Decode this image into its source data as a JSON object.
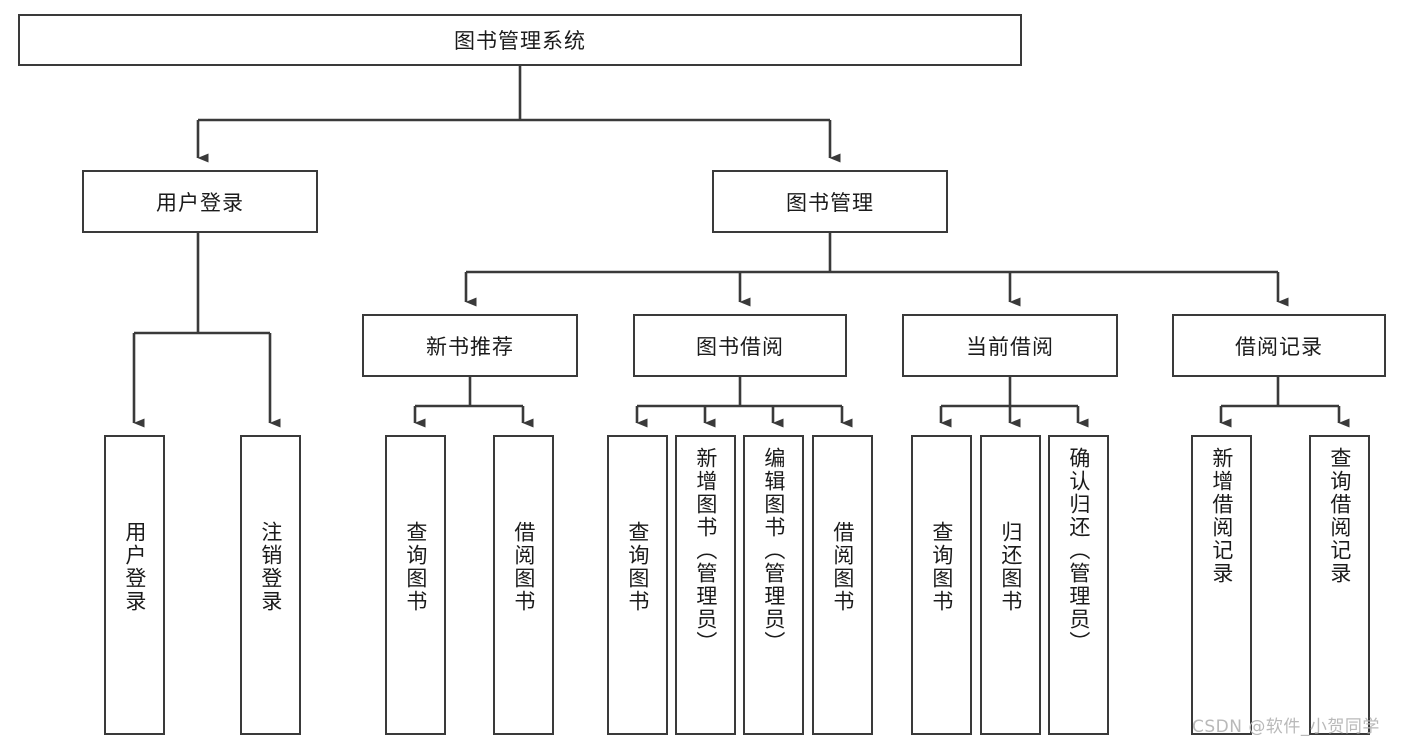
{
  "diagram": {
    "type": "tree-hierarchy-chart",
    "title": "图书管理系统",
    "watermark": "CSDN @软件_小贺同学",
    "colors": {
      "stroke": "#3a3a3a",
      "fill": "#ffffff",
      "text": "#1b1b1b",
      "watermark": "#b9b9b9"
    },
    "root": {
      "label": "图书管理系统"
    },
    "level1": [
      {
        "label": "用户登录"
      },
      {
        "label": "图书管理"
      }
    ],
    "level2": [
      {
        "label": "新书推荐"
      },
      {
        "label": "图书借阅"
      },
      {
        "label": "当前借阅"
      },
      {
        "label": "借阅记录"
      }
    ],
    "leaves": {
      "user_login": [
        {
          "label": "用户登录"
        },
        {
          "label": "注销登录"
        }
      ],
      "new_book_recommend": [
        {
          "label": "查询图书"
        },
        {
          "label": "借阅图书"
        }
      ],
      "book_borrow": [
        {
          "label": "查询图书"
        },
        {
          "label": "新增图书（管理员）"
        },
        {
          "label": "编辑图书（管理员）"
        },
        {
          "label": "借阅图书"
        }
      ],
      "current_borrow": [
        {
          "label": "查询图书"
        },
        {
          "label": "归还图书"
        },
        {
          "label": "确认归还（管理员）"
        }
      ],
      "borrow_record": [
        {
          "label": "新增借阅记录"
        },
        {
          "label": "查询借阅记录"
        }
      ]
    }
  }
}
